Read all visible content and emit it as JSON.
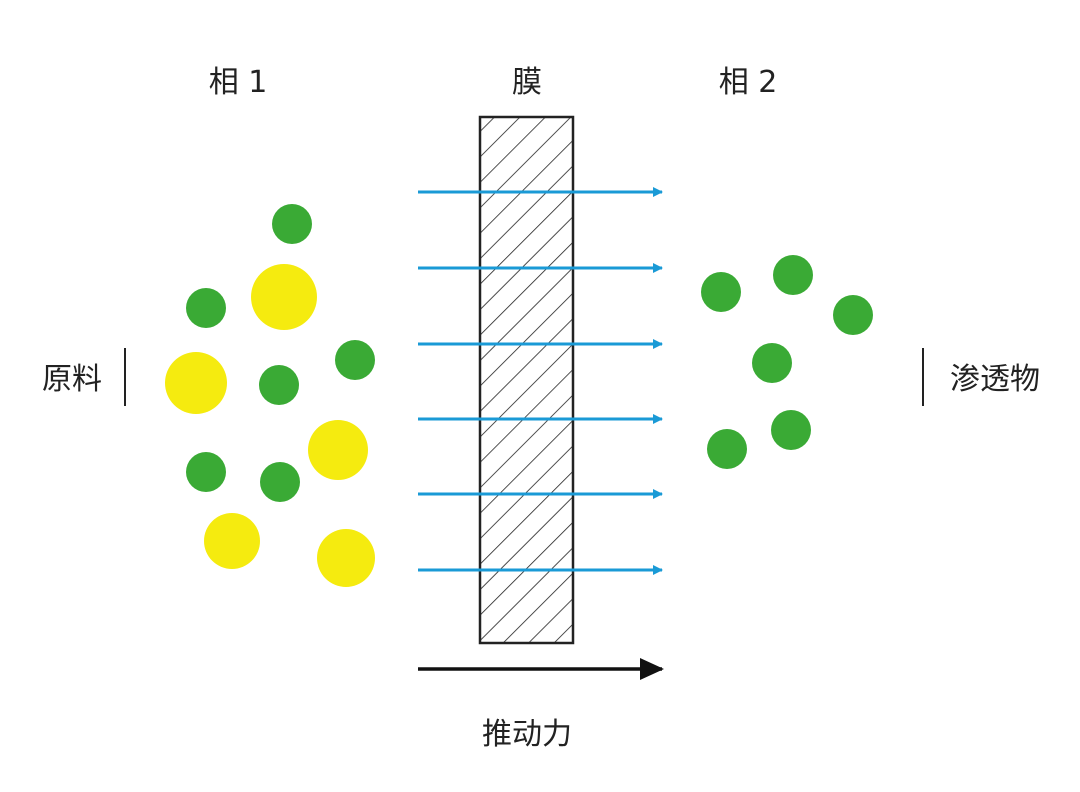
{
  "labels": {
    "phase1": "相 1",
    "membrane": "膜",
    "phase2": "相 2",
    "feed": "原料",
    "permeate": "渗透物",
    "driving_force": "推动力"
  },
  "colors": {
    "small_particle": "#3aaa35",
    "large_particle": "#f5eb0f",
    "flux_arrow": "#1a9ad6",
    "driving_arrow": "#111111"
  }
}
